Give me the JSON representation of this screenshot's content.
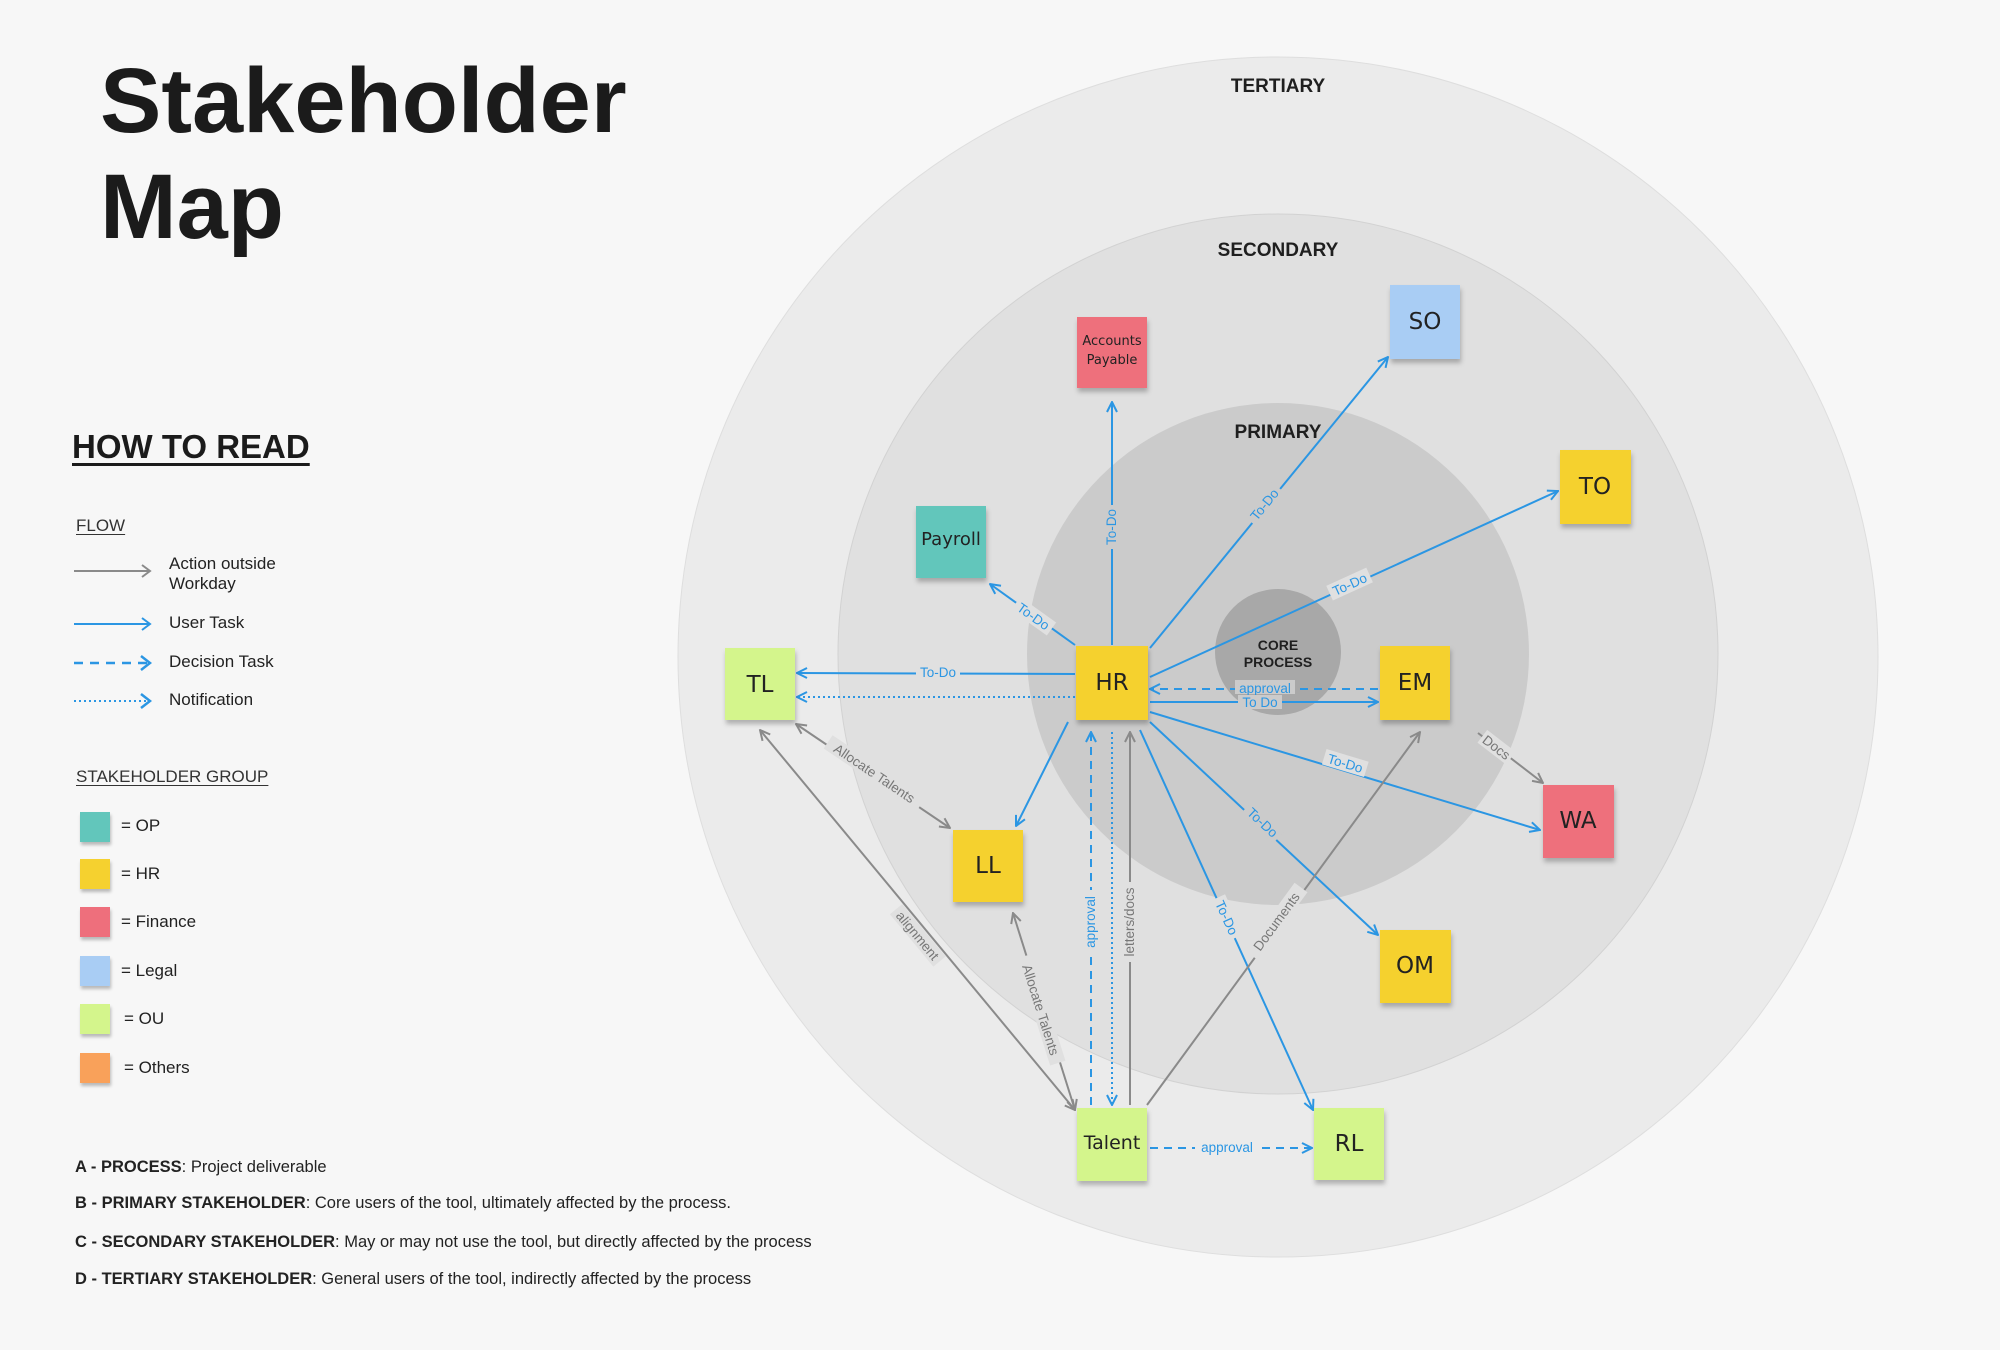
{
  "title": {
    "line1": "Stakeholder",
    "line2": "Map"
  },
  "how_to_read": "HOW TO READ",
  "flow": {
    "heading": "FLOW",
    "items": [
      {
        "label": "Action outside Workday",
        "style": "solid",
        "color": "#8a8a8a"
      },
      {
        "label": "User Task",
        "style": "solid",
        "color": "#2b96e3"
      },
      {
        "label": "Decision Task",
        "style": "dashed",
        "color": "#2b96e3"
      },
      {
        "label": "Notification",
        "style": "dotted",
        "color": "#2b96e3"
      }
    ]
  },
  "stakeholder_group": {
    "heading": "STAKEHOLDER GROUP",
    "items": [
      {
        "label": "= OP",
        "color": "#62c6bb"
      },
      {
        "label": "= HR",
        "color": "#f5d12f"
      },
      {
        "label": "= Finance",
        "color": "#ee6f7c"
      },
      {
        "label": "= Legal",
        "color": "#a9cdf4"
      },
      {
        "label": "= OU",
        "color": "#d4f58c"
      },
      {
        "label": "= Others",
        "color": "#f9a15a"
      }
    ]
  },
  "definitions": [
    {
      "key": "A - PROCESS",
      "text": ": Project deliverable"
    },
    {
      "key": "B - PRIMARY STAKEHOLDER",
      "text": ": Core users of the tool, ultimately affected by the process."
    },
    {
      "key": "C - SECONDARY STAKEHOLDER",
      "text": ": May or may not use the tool, but directly affected by the process"
    },
    {
      "key": "D - TERTIARY STAKEHOLDER",
      "text": ": General users of the tool, indirectly affected by the process"
    }
  ],
  "rings": {
    "tertiary": "TERTIARY",
    "secondary": "SECONDARY",
    "primary": "PRIMARY",
    "core_line1": "CORE",
    "core_line2": "PROCESS"
  },
  "colors": {
    "ring_tertiary": "#ebebeb",
    "ring_secondary": "#e0e0e0",
    "ring_primary": "#cbcbcb",
    "core": "#a8a8a8",
    "blue": "#2b96e3",
    "gray": "#8a8a8a"
  },
  "nodes": {
    "HR": {
      "label": "HR",
      "group": "HR"
    },
    "EM": {
      "label": "EM",
      "group": "HR"
    },
    "TO": {
      "label": "TO",
      "group": "HR"
    },
    "OM": {
      "label": "OM",
      "group": "HR"
    },
    "LL": {
      "label": "LL",
      "group": "HR"
    },
    "SO": {
      "label": "SO",
      "group": "Legal"
    },
    "AP": {
      "label": "Accounts Payable",
      "group": "Finance"
    },
    "WA": {
      "label": "WA",
      "group": "Finance"
    },
    "Payroll": {
      "label": "Payroll",
      "group": "OP"
    },
    "TL": {
      "label": "TL",
      "group": "OU"
    },
    "Talent": {
      "label": "Talent",
      "group": "OU"
    },
    "RL": {
      "label": "RL",
      "group": "OU"
    }
  },
  "edges": [
    {
      "from": "HR",
      "to": "AP",
      "style": "solid-blue",
      "label": "To-Do"
    },
    {
      "from": "HR",
      "to": "SO",
      "style": "solid-blue",
      "label": "To-Do"
    },
    {
      "from": "HR",
      "to": "TO",
      "style": "solid-blue",
      "label": "To-Do"
    },
    {
      "from": "HR",
      "to": "Payroll",
      "style": "solid-blue",
      "label": "To-Do"
    },
    {
      "from": "HR",
      "to": "TL",
      "style": "solid-blue",
      "label": "To-Do"
    },
    {
      "from": "HR",
      "to": "TL",
      "style": "dotted-blue",
      "label": ""
    },
    {
      "from": "EM",
      "to": "HR",
      "style": "dashed-blue",
      "label": "approval"
    },
    {
      "from": "HR",
      "to": "EM",
      "style": "solid-blue",
      "label": "To Do"
    },
    {
      "from": "HR",
      "to": "WA",
      "style": "solid-blue",
      "label": "To-Do"
    },
    {
      "from": "HR",
      "to": "OM",
      "style": "solid-blue",
      "label": "To-Do"
    },
    {
      "from": "HR",
      "to": "RL",
      "style": "solid-blue",
      "label": "To-Do"
    },
    {
      "from": "HR",
      "to": "LL",
      "style": "solid-blue",
      "label": ""
    },
    {
      "from": "EM",
      "to": "WA",
      "style": "solid-gray",
      "label": "Docs"
    },
    {
      "from": "TL",
      "to": "LL",
      "style": "solid-gray-both",
      "label": "Allocate Talents"
    },
    {
      "from": "TL",
      "to": "Talent",
      "style": "solid-gray-both",
      "label": "alignment"
    },
    {
      "from": "LL",
      "to": "Talent",
      "style": "solid-gray-both",
      "label": "Allocate Talents"
    },
    {
      "from": "Talent",
      "to": "HR",
      "style": "dashed-blue",
      "label": "approval"
    },
    {
      "from": "HR",
      "to": "Talent",
      "style": "dotted-blue",
      "label": ""
    },
    {
      "from": "Talent",
      "to": "HR",
      "style": "solid-gray",
      "label": "letters/docs"
    },
    {
      "from": "Talent",
      "to": "EM",
      "style": "solid-gray",
      "label": "Documents"
    },
    {
      "from": "Talent",
      "to": "RL",
      "style": "dashed-blue",
      "label": "approval"
    }
  ]
}
